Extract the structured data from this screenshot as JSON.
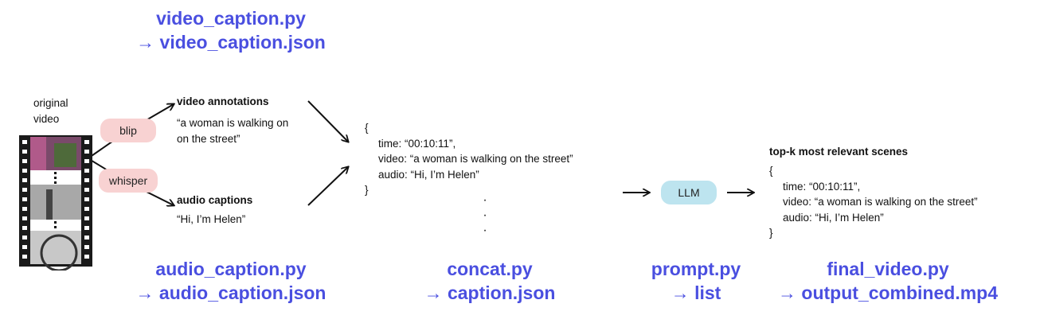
{
  "scripts": {
    "video": {
      "file": "video_caption.py",
      "output": "→ video_caption.json"
    },
    "audio": {
      "file": "audio_caption.py",
      "output": "→ audio_caption.json"
    },
    "concat": {
      "file": "concat.py",
      "output": "→ caption.json"
    },
    "prompt": {
      "file": "prompt.py",
      "output": "→ list"
    },
    "final": {
      "file": "final_video.py",
      "output": "→ output_combined.mp4"
    }
  },
  "input": {
    "label_line1": "original",
    "label_line2": "video"
  },
  "models": {
    "blip": "blip",
    "whisper": "whisper",
    "llm": "LLM"
  },
  "video_annotations": {
    "title": "video annotations",
    "line1": "“a woman is walking on",
    "line2": "on the street”"
  },
  "audio_captions": {
    "title": "audio captions",
    "text": "“Hi, I’m Helen”"
  },
  "caption_json": {
    "open": "{",
    "time": "time: “00:10:11”,",
    "video": "video: “a woman is walking on the street”",
    "audio": "audio: “Hi, I’m Helen”",
    "close": "}",
    "ellipsis": [
      "·",
      "·",
      "·"
    ]
  },
  "top_k": {
    "title": "top-k most relevant scenes",
    "open": "{",
    "time": "time: “00:10:11”,",
    "video": "video: “a woman is walking on the street”",
    "audio": "audio: “Hi, I’m Helen”",
    "close": "}"
  },
  "colors": {
    "accent": "#4a4fe0",
    "blip_whisper_fill": "#f8d2d2",
    "llm_fill": "#bde4ef"
  }
}
